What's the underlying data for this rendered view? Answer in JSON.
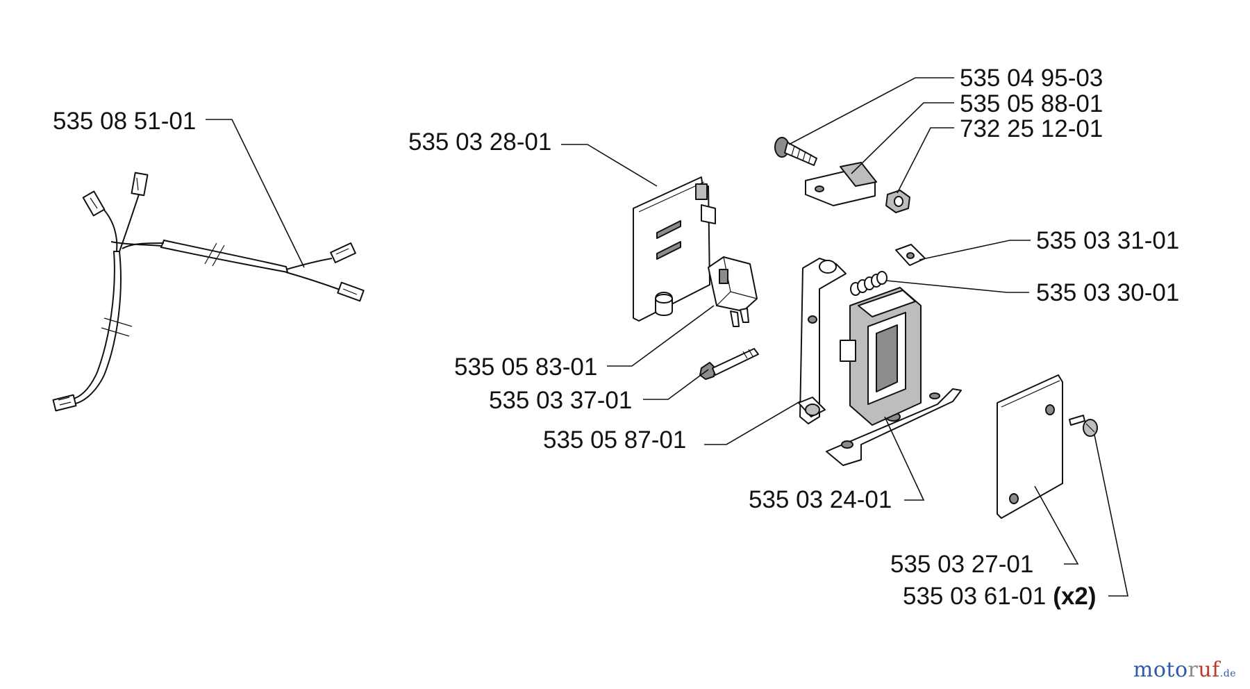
{
  "parts": [
    {
      "number": "535 08 51-01"
    },
    {
      "number": "535 03 28-01"
    },
    {
      "number": "535 04 95-03"
    },
    {
      "number": "535 05 88-01"
    },
    {
      "number": "732 25 12-01"
    },
    {
      "number": "535 03 31-01"
    },
    {
      "number": "535 03 30-01"
    },
    {
      "number": "535 05 83-01"
    },
    {
      "number": "535 03 37-01"
    },
    {
      "number": "535 05 87-01"
    },
    {
      "number": "535 03 24-01"
    },
    {
      "number": "535 03 27-01"
    },
    {
      "number": "535 03 61-01",
      "quantity": "(x2)"
    }
  ],
  "watermark": {
    "text_a": "moto",
    "text_b": "r",
    "text_c": "uf",
    "tld": ".de"
  }
}
